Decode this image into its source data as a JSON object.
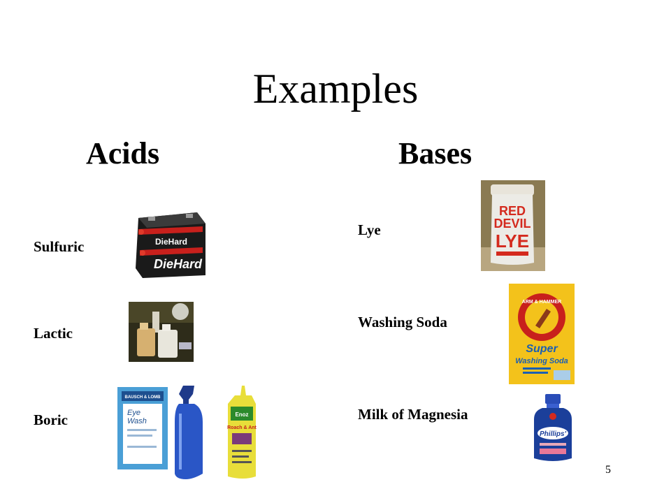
{
  "slide": {
    "title": "Examples",
    "page_number": "5"
  },
  "acids": {
    "heading": "Acids",
    "items": [
      {
        "label": "Sulfuric",
        "image_icon": "car-battery-icon",
        "image_text": [
          "DieHard",
          "DieHard"
        ]
      },
      {
        "label": "Lactic",
        "image_icon": "milk-jugs-photo"
      },
      {
        "label": "Boric",
        "image_icon": "eyewash-and-roach-powder-photo",
        "image_text": [
          "BAUSCH & LOMB",
          "Eye",
          "Wash",
          "Enoz",
          "Roach & Ant"
        ]
      }
    ]
  },
  "bases": {
    "heading": "Bases",
    "items": [
      {
        "label": "Lye",
        "image_icon": "red-devil-lye-can-icon",
        "image_text": [
          "RED",
          "DEVIL",
          "LYE"
        ]
      },
      {
        "label": "Washing Soda",
        "image_icon": "washing-soda-box-icon",
        "image_text": [
          "ARM & HAMMER",
          "Super",
          "Washing Soda"
        ]
      },
      {
        "label": "Milk of Magnesia",
        "image_icon": "phillips-bottle-icon",
        "image_text": [
          "Phillips'"
        ]
      }
    ]
  },
  "colors": {
    "battery_body": "#1a1a1a",
    "battery_stripe": "#c8201c",
    "devil_red": "#d42a1e",
    "soda_yellow": "#f3c21b",
    "soda_blue": "#1a5fb4",
    "phillips_blue": "#1b3f9a",
    "eyewash_blue": "#4a9fd6",
    "roach_yellow": "#e8de3a"
  }
}
